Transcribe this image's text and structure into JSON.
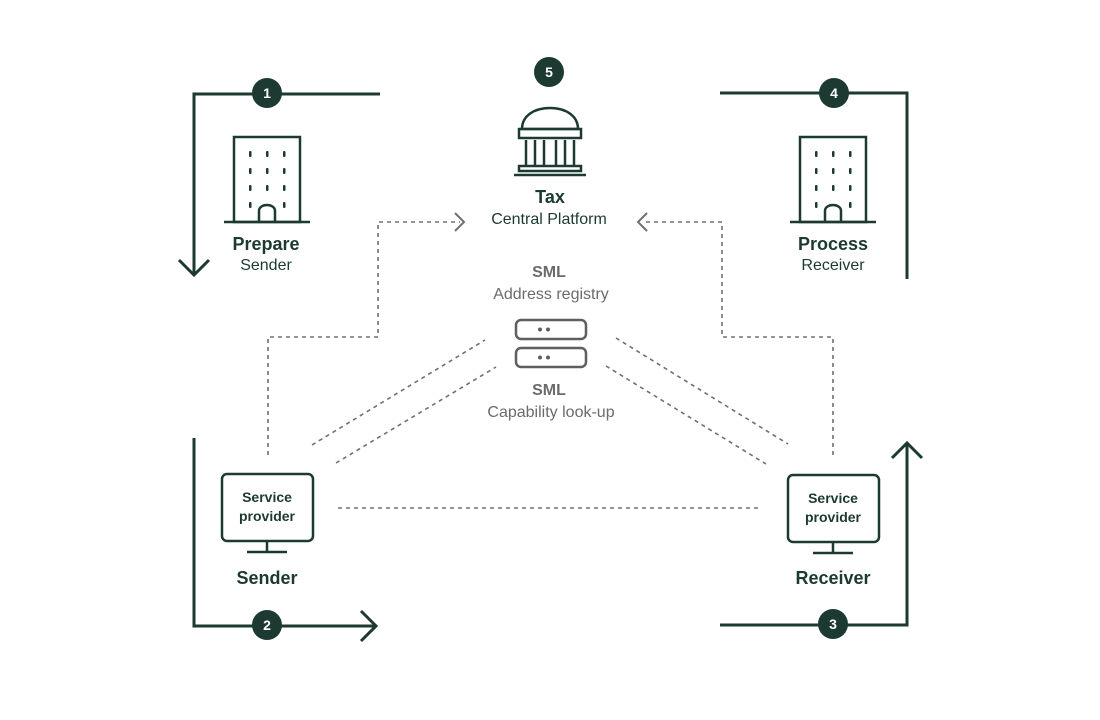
{
  "steps": {
    "step1": "1",
    "step2": "2",
    "step3": "3",
    "step4": "4",
    "step5": "5"
  },
  "tax": {
    "title": "Tax",
    "subtitle": "Central Platform"
  },
  "prepare": {
    "title": "Prepare",
    "subtitle": "Sender"
  },
  "process": {
    "title": "Process",
    "subtitle": "Receiver"
  },
  "sml_top": {
    "title": "SML",
    "subtitle": "Address registry"
  },
  "sml_bottom": {
    "title": "SML",
    "subtitle": "Capability look-up"
  },
  "sender": {
    "screen_line1": "Service",
    "screen_line2": "provider",
    "label": "Sender"
  },
  "receiver": {
    "screen_line1": "Service",
    "screen_line2": "provider",
    "label": "Receiver"
  },
  "colors": {
    "primary": "#1c3a31",
    "dashed": "#707070",
    "muted_text": "#6b6b6b"
  }
}
